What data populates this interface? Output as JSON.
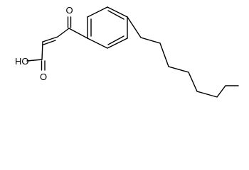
{
  "atoms": {
    "ketone_oxygen": "O",
    "hydroxyl": "HO",
    "carbonyl_oxygen": "O"
  },
  "colors": {
    "bond": "#000000",
    "background": "#ffffff"
  }
}
